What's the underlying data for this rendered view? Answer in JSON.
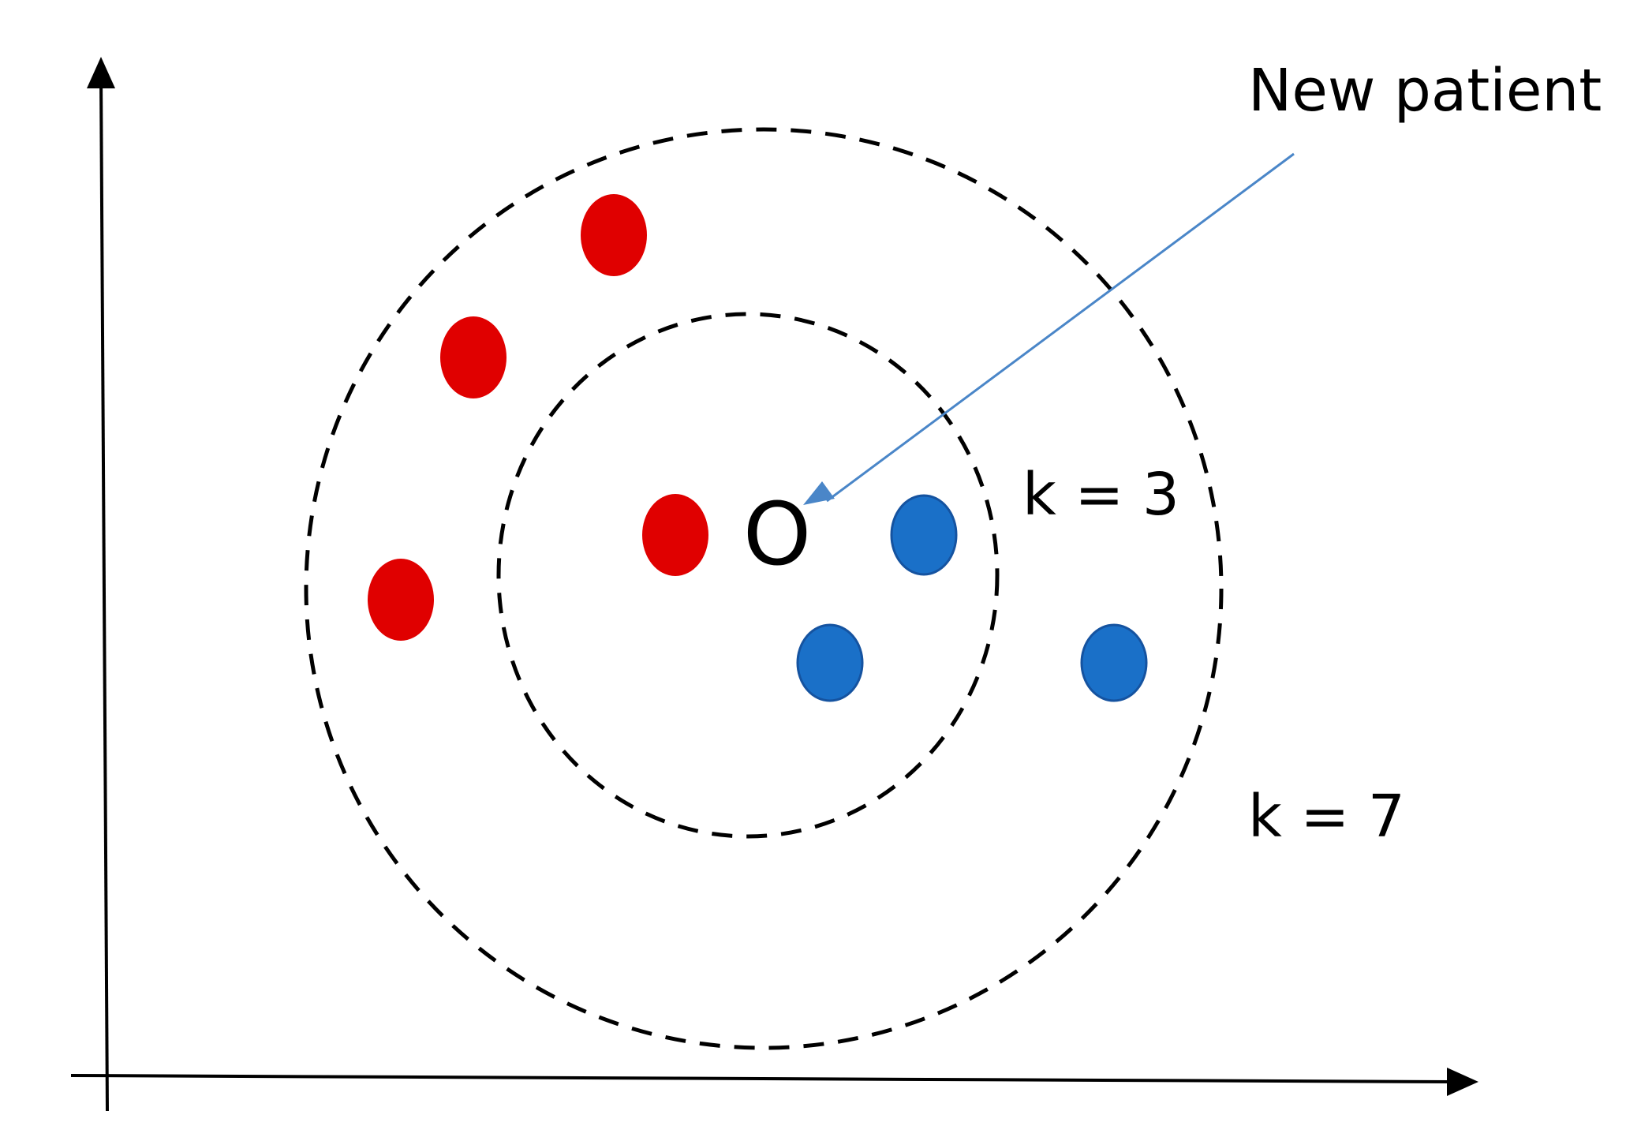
{
  "annotation": {
    "new_patient_label": "New patient",
    "new_patient_marker": "O",
    "k3_label": "k = 3",
    "k7_label": "k = 7",
    "arrow_color": "#4a86c8"
  },
  "colors": {
    "class_red": "#e00000",
    "class_blue": "#1a70c8",
    "blue_outline": "#1553a0",
    "line": "#000000"
  },
  "points": [
    {
      "class": "red",
      "icon": "red-dot"
    },
    {
      "class": "red",
      "icon": "red-dot"
    },
    {
      "class": "red",
      "icon": "red-dot"
    },
    {
      "class": "red",
      "icon": "red-dot"
    },
    {
      "class": "blue",
      "icon": "blue-dot"
    },
    {
      "class": "blue",
      "icon": "blue-dot"
    },
    {
      "class": "blue",
      "icon": "blue-dot"
    }
  ]
}
